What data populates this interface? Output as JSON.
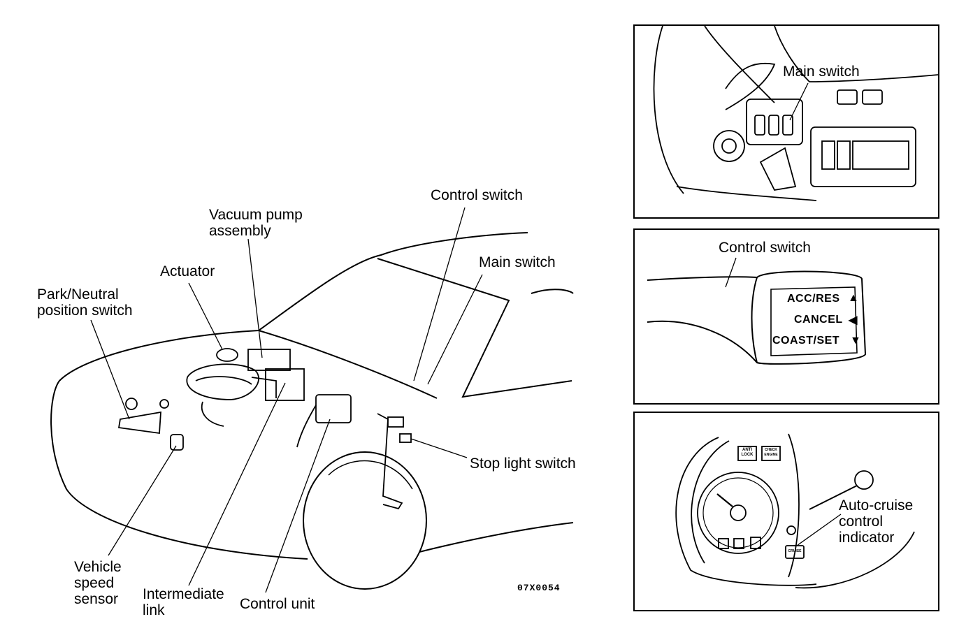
{
  "main_diagram": {
    "labels": {
      "vacuum_pump_line1": "Vacuum pump",
      "vacuum_pump_line2": "assembly",
      "actuator": "Actuator",
      "park_neutral_line1": "Park/Neutral",
      "park_neutral_line2": "position switch",
      "control_switch": "Control switch",
      "main_switch": "Main switch",
      "stop_light_switch": "Stop light switch",
      "vehicle_speed_line1": "Vehicle",
      "vehicle_speed_line2": "speed",
      "vehicle_speed_line3": "sensor",
      "intermediate_line1": "Intermediate",
      "intermediate_line2": "link",
      "control_unit": "Control unit"
    },
    "figure_code": "07X0054"
  },
  "panel_top": {
    "label": "Main switch"
  },
  "panel_middle": {
    "label": "Control switch",
    "switch_labels": {
      "acc_res": "ACC/RES",
      "cancel": "CANCEL",
      "coast_set": "COAST/SET"
    }
  },
  "panel_bottom": {
    "label_line1": "Auto-cruise",
    "label_line2": "control",
    "label_line3": "indicator",
    "warning_lamp_1_line1": "ANTI",
    "warning_lamp_1_line2": "LOCK",
    "warning_lamp_2_line1": "CHECK",
    "warning_lamp_2_line2": "ENGINE",
    "cruise_lamp": "CRUISE"
  }
}
